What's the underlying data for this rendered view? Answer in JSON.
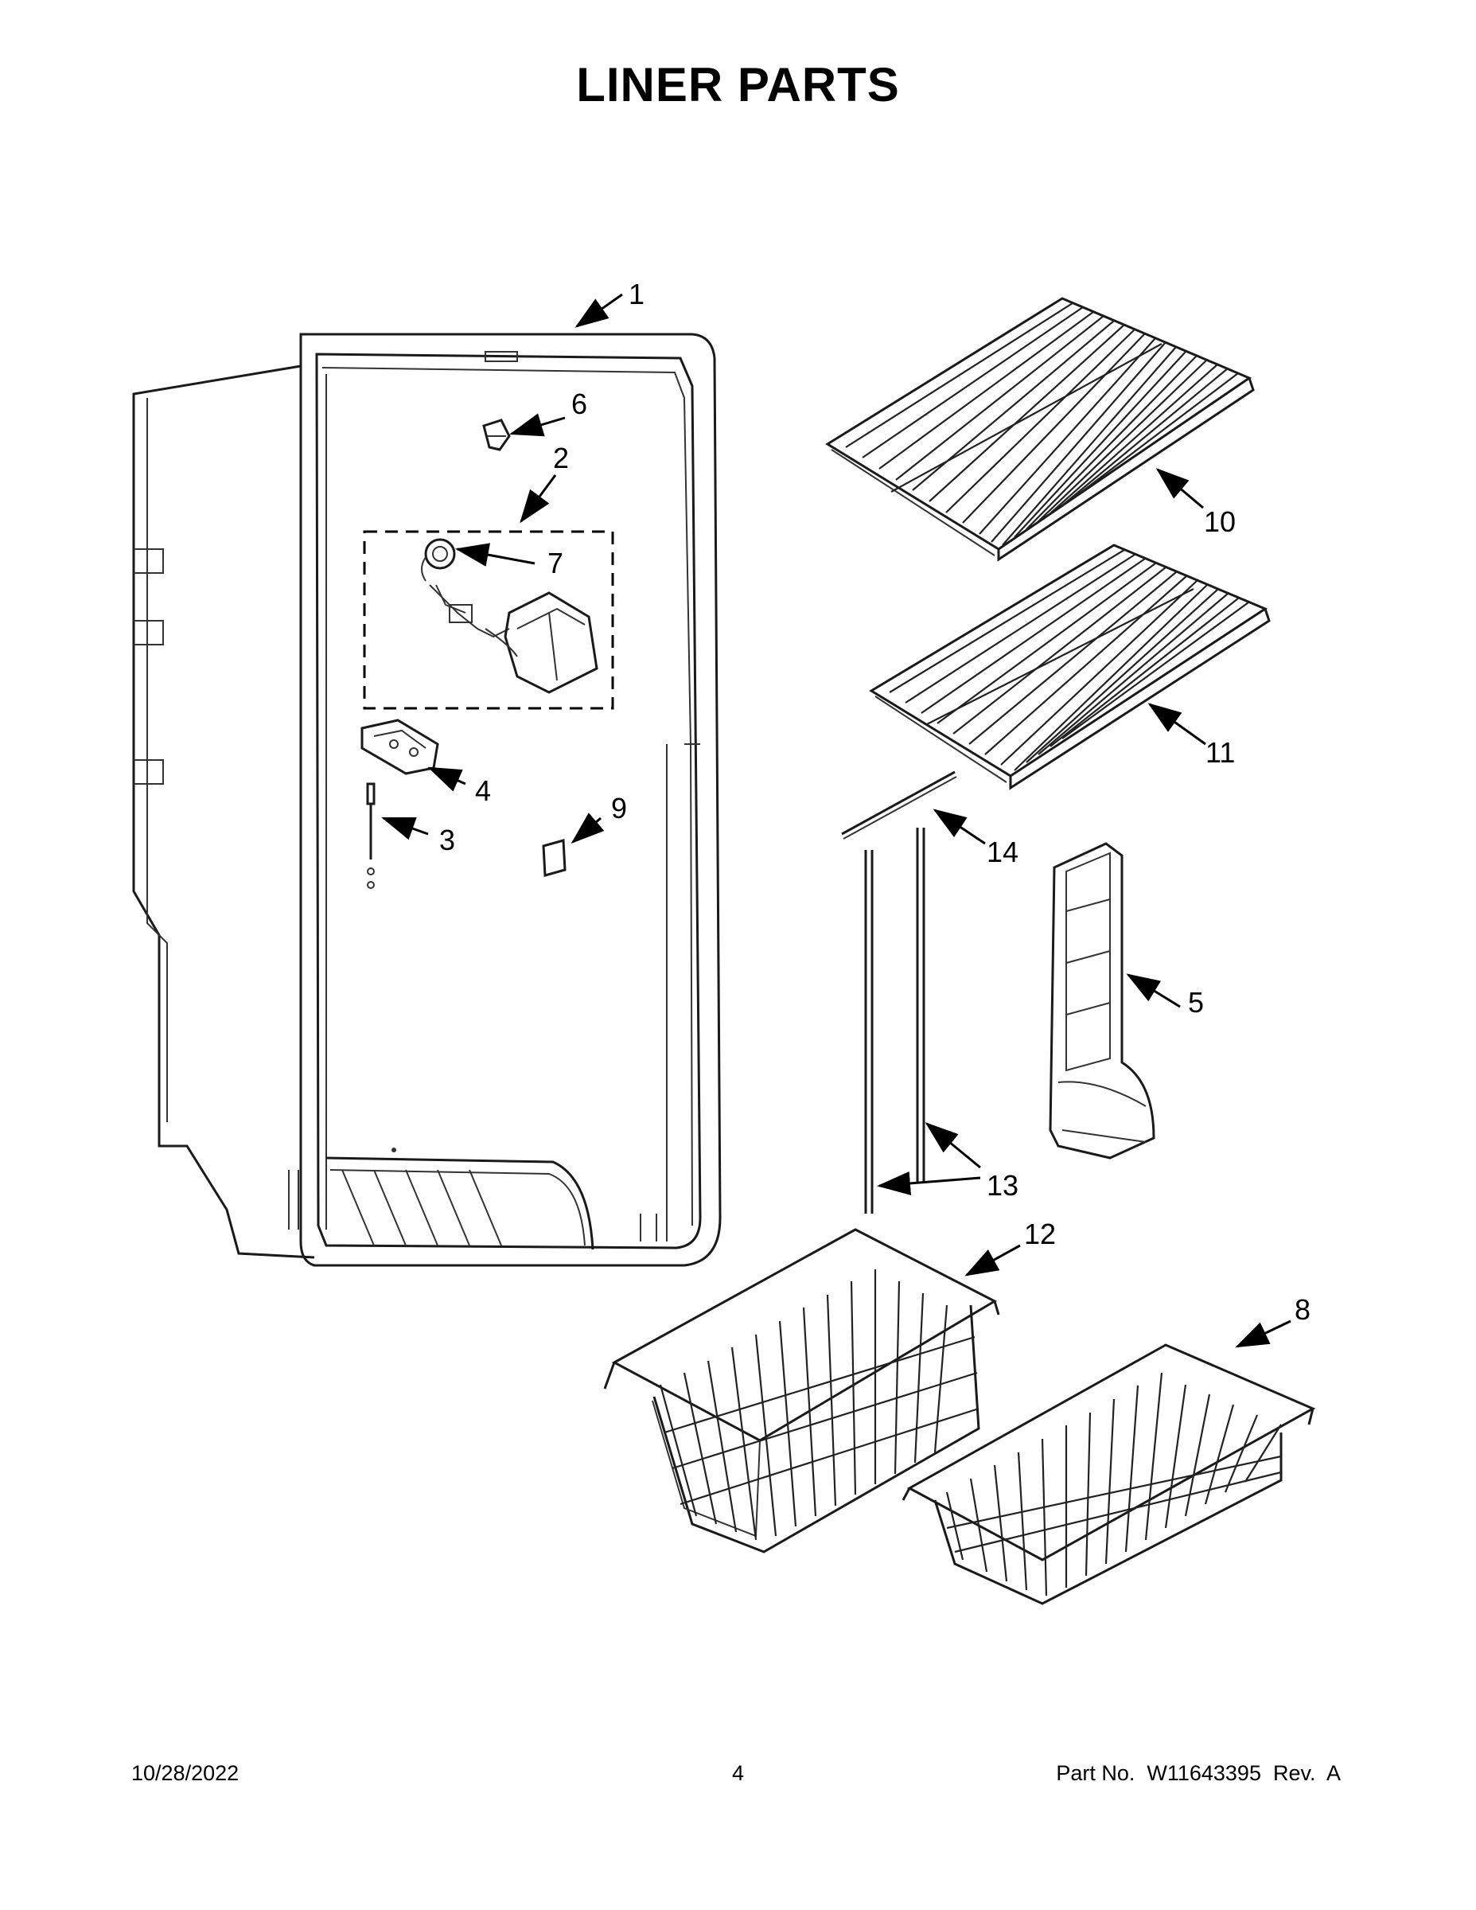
{
  "page": {
    "title": "LINER PARTS",
    "footer": {
      "date": "10/28/2022",
      "page_number": "4",
      "part_label": "Part No.  W11643395  Rev.  A"
    }
  },
  "callouts": [
    "1",
    "2",
    "3",
    "4",
    "5",
    "6",
    "7",
    "8",
    "9",
    "10",
    "11",
    "12",
    "13",
    "14"
  ]
}
